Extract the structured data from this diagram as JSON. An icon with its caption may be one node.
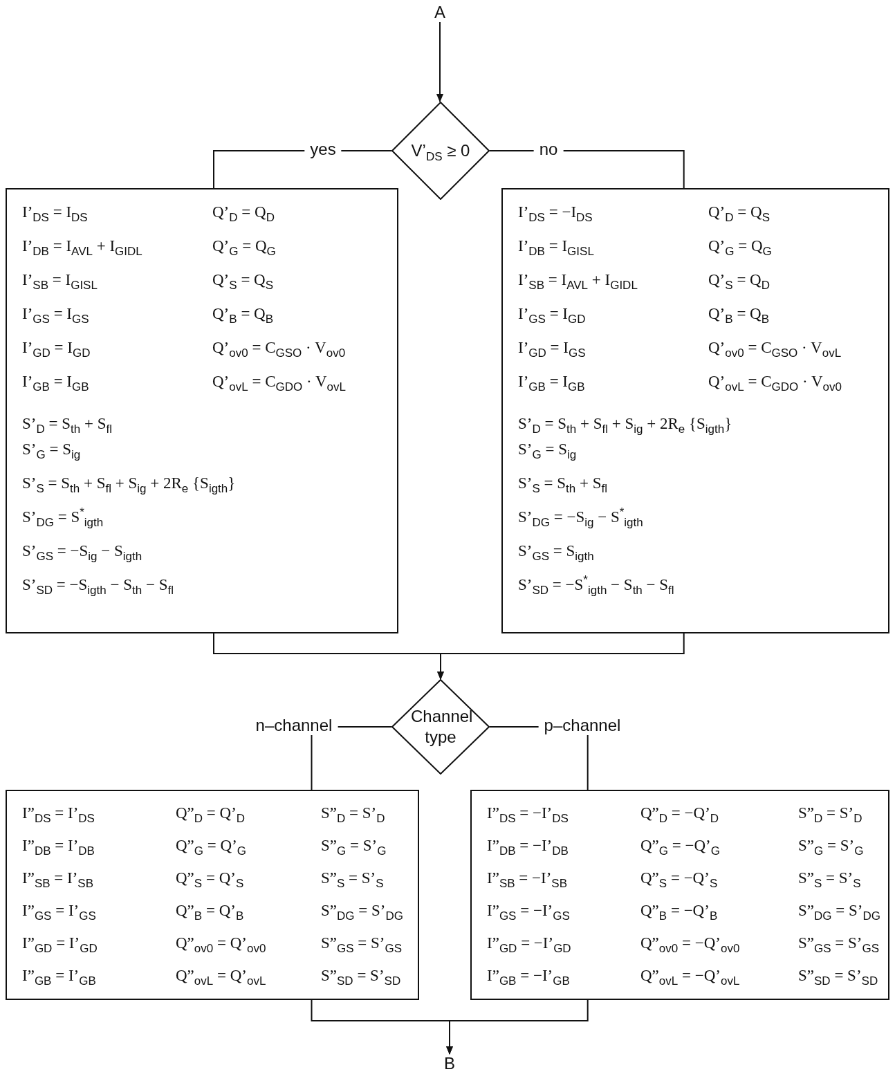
{
  "diagram": {
    "nodes": [
      {
        "text": [
          "A"
        ]
      },
      {
        "text": [
          "V’$_{DS}$ ≥ 0"
        ]
      },
      {
        "text": [
          "I’$_{DS}$ = I$_{DS}$",
          "Q’$_{D}$ = Q$_{D}$",
          "I’$_{DB}$ = I$_{AVL}$ + I$_{GIDL}$",
          "Q’$_{G}$ = Q$_{G}$",
          "I’$_{SB}$ = I$_{GISL}$",
          "Q’$_{S}$ = Q$_{S}$",
          "I’$_{GS}$ = I$_{GS}$",
          "Q’$_{B}$ = Q$_{B}$",
          "I’$_{GD}$ = I$_{GD}$",
          "Q’$_{ov0}$ = C$_{GSO}$ · V$_{ov0}$",
          "I’$_{GB}$ = I$_{GB}$",
          "Q’$_{ovL}$ = C$_{GDO}$ · V$_{ovL}$",
          "S’$_{D}$ = S$_{th}$ + S$_{fl}$",
          "S’$_{G}$ = S$_{ig}$",
          "S’$_{S}$ = S$_{th}$ + S$_{fl}$ + S$_{ig}$ + 2R$_{e}$ {S$_{igth}$}",
          "S’$_{DG}$ = S$^{*}$$_{igth}$",
          "S’$_{GS}$ = −S$_{ig}$ − S$_{igth}$",
          "S’$_{SD}$ = −S$_{igth}$ − S$_{th}$ − S$_{fl}$"
        ]
      },
      {
        "text": [
          "I’$_{DS}$ = −I$_{DS}$",
          "Q’$_{D}$ = Q$_{S}$",
          "I’$_{DB}$ = I$_{GISL}$",
          "Q’$_{G}$ = Q$_{G}$",
          "I’$_{SB}$ = I$_{AVL}$ + I$_{GIDL}$",
          "Q’$_{S}$ = Q$_{D}$",
          "I’$_{GS}$ = I$_{GD}$",
          "Q’$_{B}$ = Q$_{B}$",
          "I’$_{GD}$ = I$_{GS}$",
          "Q’$_{ov0}$ = C$_{GSO}$ · V$_{ovL}$",
          "I’$_{GB}$ = I$_{GB}$",
          "Q’$_{ovL}$ = C$_{GDO}$ · V$_{ov0}$",
          "S’$_{D}$ = S$_{th}$ + S$_{fl}$ + S$_{ig}$ + 2R$_{e}$ {S$_{igth}$}",
          "S’$_{G}$ = S$_{ig}$",
          "S’$_{S}$ = S$_{th}$ + S$_{fl}$",
          "S’$_{DG}$ = −S$_{ig}$ − S$^{*}$$_{igth}$",
          "S’$_{GS}$ = S$_{igth}$",
          "S’$_{SD}$ = −S$^{*}$$_{igth}$ − S$_{th}$ − S$_{fl}$"
        ]
      },
      {
        "text": [
          "Channel type"
        ]
      },
      {
        "text": [
          "I”$_{DS}$ = I’$_{DS}$",
          "Q”$_{D}$ = Q’$_{D}$",
          "S”$_{D}$ = S’$_{D}$",
          "I”$_{DB}$ = I’$_{DB}$",
          "Q”$_{G}$ = Q’$_{G}$",
          "S”$_{G}$ = S’$_{G}$",
          "I”$_{SB}$ = I’$_{SB}$",
          "Q”$_{S}$ = Q’$_{S}$",
          "S”$_{S}$ = S’$_{S}$",
          "I”$_{GS}$ = I’$_{GS}$",
          "Q”$_{B}$ = Q’$_{B}$",
          "S”$_{DG}$ = S’$_{DG}$",
          "I”$_{GD}$ = I’$_{GD}$",
          "Q”$_{ov0}$ = Q’$_{ov0}$",
          "S”$_{GS}$ = S’$_{GS}$",
          "I”$_{GB}$ = I’$_{GB}$",
          "Q”$_{ovL}$ = Q’$_{ovL}$",
          "S”$_{SD}$ = S’$_{SD}$"
        ]
      },
      {
        "text": [
          "I”$_{DS}$ = −I’$_{DS}$",
          "Q”$_{D}$ = −Q’$_{D}$",
          "S”$_{D}$ = S’$_{D}$",
          "I”$_{DB}$ = −I’$_{DB}$",
          "Q”$_{G}$ = −Q’$_{G}$",
          "S”$_{G}$ = S’$_{G}$",
          "I”$_{SB}$ = −I’$_{SB}$",
          "Q”$_{S}$ = −Q’$_{S}$",
          "S”$_{S}$ = S’$_{S}$",
          "I”$_{GS}$ = −I’$_{GS}$",
          "Q”$_{B}$ = −Q’$_{B}$",
          "S”$_{DG}$ = S’$_{DG}$",
          "I”$_{GD}$ = −I’$_{GD}$",
          "Q”$_{ov0}$ = −Q’$_{ov0}$",
          "S”$_{GS}$ = S’$_{GS}$",
          "I”$_{GB}$ = −I’$_{GB}$",
          "Q”$_{ovL}$ = −Q’$_{ovL}$",
          "S”$_{SD}$ = S’$_{SD}$"
        ]
      },
      {
        "text": [
          "B"
        ]
      }
    ],
    "edges": [
      {
        "from": 0,
        "to": 1,
        "arrow": "to"
      },
      {
        "from": 1,
        "to": 2,
        "arrow": "none",
        "label": "yes"
      },
      {
        "from": 1,
        "to": 3,
        "arrow": "none",
        "label": "no"
      },
      {
        "from": 2,
        "to": 4,
        "arrow": "to"
      },
      {
        "from": 3,
        "to": 4,
        "arrow": "to"
      },
      {
        "from": 4,
        "to": 5,
        "arrow": "none",
        "label": "n–channel"
      },
      {
        "from": 4,
        "to": 6,
        "arrow": "none",
        "label": "p–channel"
      },
      {
        "from": 5,
        "to": 7,
        "arrow": "to"
      },
      {
        "from": 6,
        "to": 7,
        "arrow": "to"
      }
    ]
  }
}
